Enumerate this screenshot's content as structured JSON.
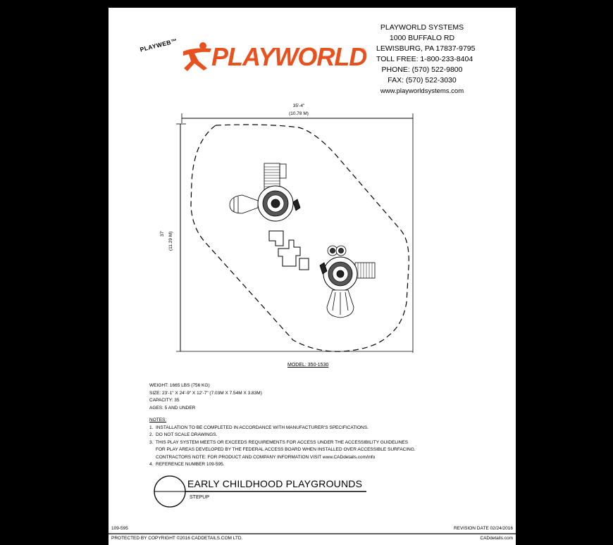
{
  "logo": {
    "badge": "PLAYWEB™",
    "wordmark": "PLAYWORLD",
    "registered": "®",
    "accent": "#e8501e"
  },
  "company": {
    "name": "PLAYWORLD SYSTEMS",
    "street": "1000 BUFFALO RD",
    "city": "LEWISBURG, PA 17837-9795",
    "toll_free": "TOLL FREE: 1-800-233-8404",
    "phone": "PHONE: (570) 522-9800",
    "fax": "FAX: (570) 522-3030",
    "web": "www.playworldsystems.com"
  },
  "dimensions": {
    "width_ft": "35'-4\"",
    "width_m": "(10.78 M)",
    "depth_ft": "37'",
    "depth_m": "(11.29 M)"
  },
  "model": "MODEL: 350-1530",
  "specs": {
    "weight": "WEIGHT: 1665 LBS (756 KG)",
    "size": "SIZE: 23'-1\" X 24'-9\" X 12'-7\" (7.03M X 7.54M X 3.83M)",
    "capacity": "CAPACITY: 35",
    "ages": "AGES: 5 AND UNDER"
  },
  "notes": {
    "heading": "NOTES:",
    "items": [
      "1.  INSTALLATION TO BE COMPLETED IN ACCORDANCE WITH MANUFACTURER'S SPECIFICATIONS.",
      "2.  DO NOT SCALE DRAWINGS.",
      "3.  THIS PLAY SYSTEM MEETS OR EXCEEDS REQUIREMENTS FOR ACCESS UNDER THE ACCESSIBILITY GUIDELINES",
      "     FOR PLAY AREAS DEVELOPED BY THE FEDERAL ACCESS BOARD WHEN INSTALLED OVER ACCESSIBLE SURFACING.",
      "     CONTRACTORS NOTE: FOR PRODUCT AND COMPANY INFORMATION VISIT www.CADdetails.com/info",
      "4.  REFERENCE NUMBER 109-595."
    ]
  },
  "title_block": {
    "title": "EARLY CHILDHOOD PLAYGROUNDS",
    "subtitle": "STEPUP"
  },
  "footer": {
    "ref": "109-595",
    "revision": "REVISION DATE 02/24/2016",
    "copyright": "PROTECTED BY COPYRIGHT ©2016 CADDETAILS.COM LTD.",
    "site": "CADdetails.com"
  }
}
